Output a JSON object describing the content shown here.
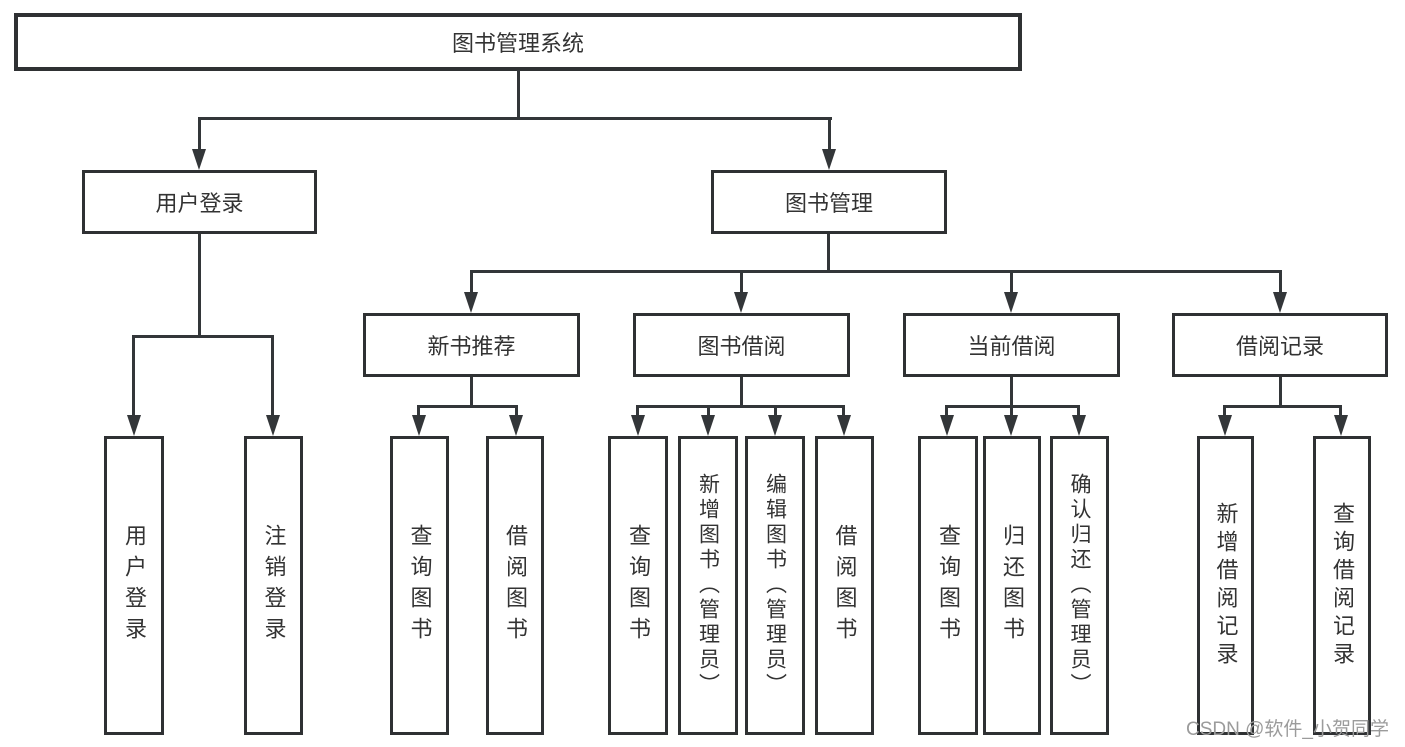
{
  "diagram": {
    "root": "图书管理系统",
    "level2": {
      "user_login": "用户登录",
      "book_mgmt": "图书管理"
    },
    "modules": [
      "新书推荐",
      "图书借阅",
      "当前借阅",
      "借阅记录"
    ],
    "leaves": {
      "user_login": [
        "用户登录",
        "注销登录"
      ],
      "new_book": [
        "查询图书",
        "借阅图书"
      ],
      "borrow": [
        "查询图书",
        "新增图书（管理员）",
        "编辑图书（管理员）",
        "借阅图书"
      ],
      "current": [
        "查询图书",
        "归还图书",
        "确认归还（管理员）"
      ],
      "records": [
        "新增借阅记录",
        "查询借阅记录"
      ]
    }
  },
  "watermark": "CSDN @软件_小贺同学",
  "colors": {
    "line": "#333639",
    "box_border": "#2f3133",
    "text": "#333333",
    "watermark": "#9b9b9b",
    "background": "#ffffff"
  }
}
